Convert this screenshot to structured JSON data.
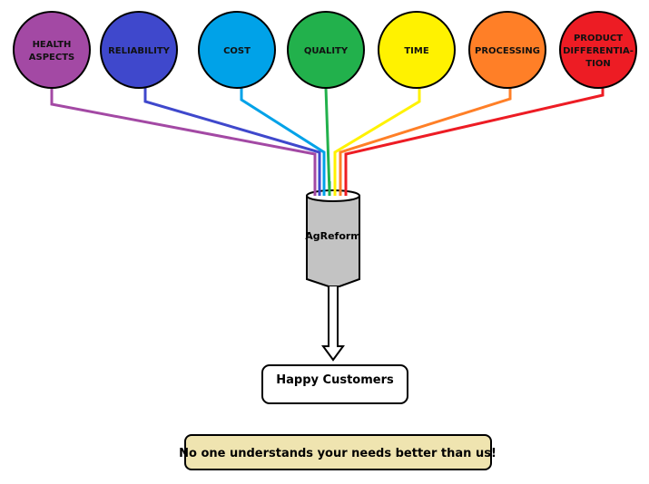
{
  "diagram": {
    "factors": [
      {
        "id": "health-aspects",
        "lines": [
          "HEALTH",
          "ASPECTS"
        ],
        "color": "#A349A4"
      },
      {
        "id": "reliability",
        "lines": [
          "RELIABILITY"
        ],
        "color": "#3F48CC"
      },
      {
        "id": "cost",
        "lines": [
          "COST"
        ],
        "color": "#00A2E8"
      },
      {
        "id": "quality",
        "lines": [
          "QUALITY"
        ],
        "color": "#22B14C"
      },
      {
        "id": "time",
        "lines": [
          "TIME"
        ],
        "color": "#FFF200"
      },
      {
        "id": "processing",
        "lines": [
          "PROCESSING"
        ],
        "color": "#FF7F27"
      },
      {
        "id": "product-differentiation",
        "lines": [
          "PRODUCT",
          "DIFFERENTIA-",
          "TION"
        ],
        "color": "#ED1C24"
      }
    ],
    "funnel": {
      "label": "AgReform",
      "fill": "#C3C3C3"
    },
    "output": {
      "label": "Happy Customers"
    },
    "tagline": {
      "label": "No one understands your needs better than us!",
      "fill": "#EFE4B0"
    }
  }
}
